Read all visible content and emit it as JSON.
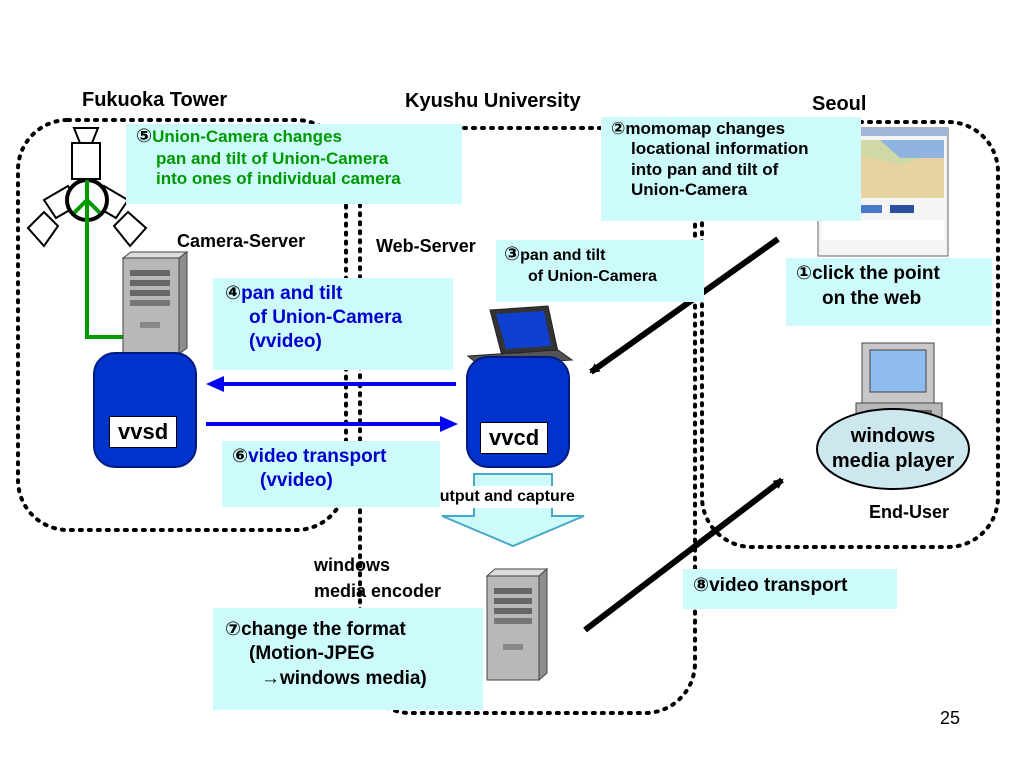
{
  "locations": {
    "fukuoka": "Fukuoka Tower",
    "kyushu": "Kyushu University",
    "seoul": "Seoul"
  },
  "roles": {
    "camera_server": "Camera-Server",
    "web_server": "Web-Server",
    "end_user": "End-User",
    "wme_line1": "windows",
    "wme_line2": "media encoder"
  },
  "nodes": {
    "vvsd": "vvsd",
    "vvcd": "vvcd",
    "wmp_line1": "windows",
    "wmp_line2": "media player"
  },
  "output_capture": "output and capture",
  "steps": {
    "s1": {
      "num": "①",
      "lines": [
        "click the point",
        "on the web"
      ]
    },
    "s2": {
      "num": "②",
      "lines": [
        "momomap changes",
        "locational information",
        "into pan and tilt of",
        "Union-Camera"
      ]
    },
    "s3": {
      "num": "③",
      "lines": [
        "pan and tilt",
        "of Union-Camera"
      ]
    },
    "s4": {
      "num": "④",
      "lines": [
        "pan and tilt",
        "of Union-Camera",
        "(vvideo)"
      ]
    },
    "s5": {
      "num": "⑤",
      "lines": [
        "Union-Camera changes",
        "pan and tilt of Union-Camera",
        "into ones of individual camera"
      ]
    },
    "s6": {
      "num": "⑥",
      "lines": [
        "video transport",
        "(vvideo)"
      ]
    },
    "s7": {
      "num": "⑦",
      "lines": [
        "change the format",
        "(Motion-JPEG",
        "→windows media)"
      ]
    },
    "s8": {
      "num": "⑧",
      "lines": [
        "video transport"
      ]
    }
  },
  "page_number": "25",
  "colors": {
    "callout_bg": "#cdfafa",
    "node_blue": "#0033cc",
    "arrow_blue": "#0000ee",
    "green_text": "#009900",
    "wmp_bg": "#cce8ee"
  }
}
